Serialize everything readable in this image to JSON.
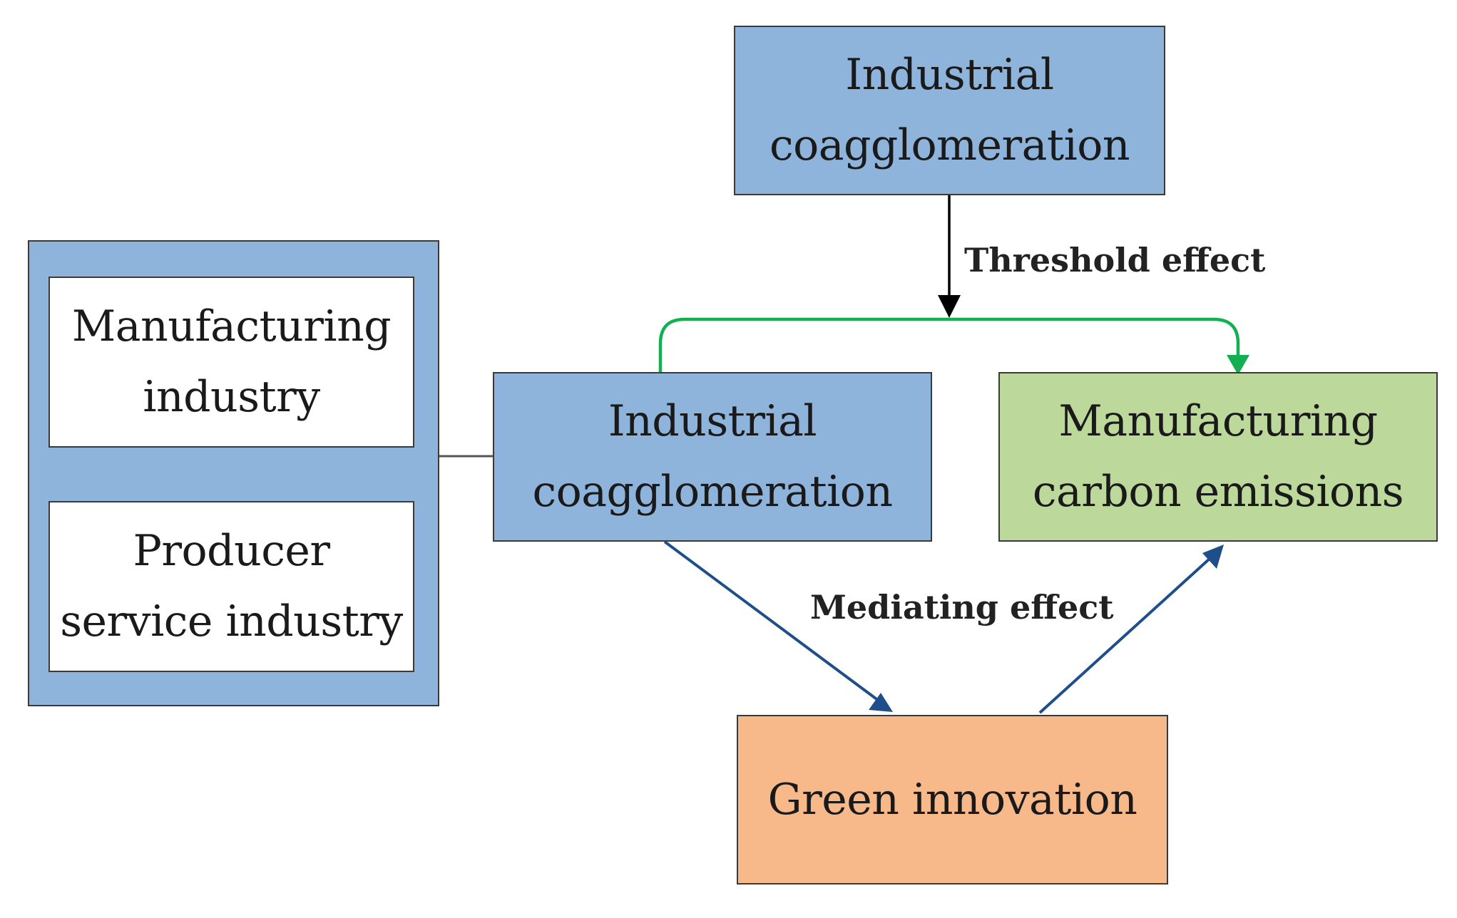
{
  "nodes": {
    "top_coagglomeration": {
      "line1": "Industrial",
      "line2": "coagglomeration"
    },
    "manufacturing_industry": {
      "line1": "Manufacturing",
      "line2": "industry"
    },
    "producer_service": {
      "line1": "Producer",
      "line2": "service industry"
    },
    "mid_coagglomeration": {
      "line1": "Industrial",
      "line2": "coagglomeration"
    },
    "carbon_emissions": {
      "line1": "Manufacturing",
      "line2": "carbon emissions"
    },
    "green_innovation": {
      "line1": "Green innovation"
    }
  },
  "edges": {
    "threshold_label": "Threshold effect",
    "mediating_label": "Mediating effect"
  },
  "colors": {
    "blue_fill": "#8eb4dc",
    "green_fill": "#bcd89b",
    "orange_fill": "#f7b98a",
    "threshold_arrow": "#000000",
    "direct_arrow": "#12b050",
    "mediating_arrow": "#1f4f8a"
  }
}
